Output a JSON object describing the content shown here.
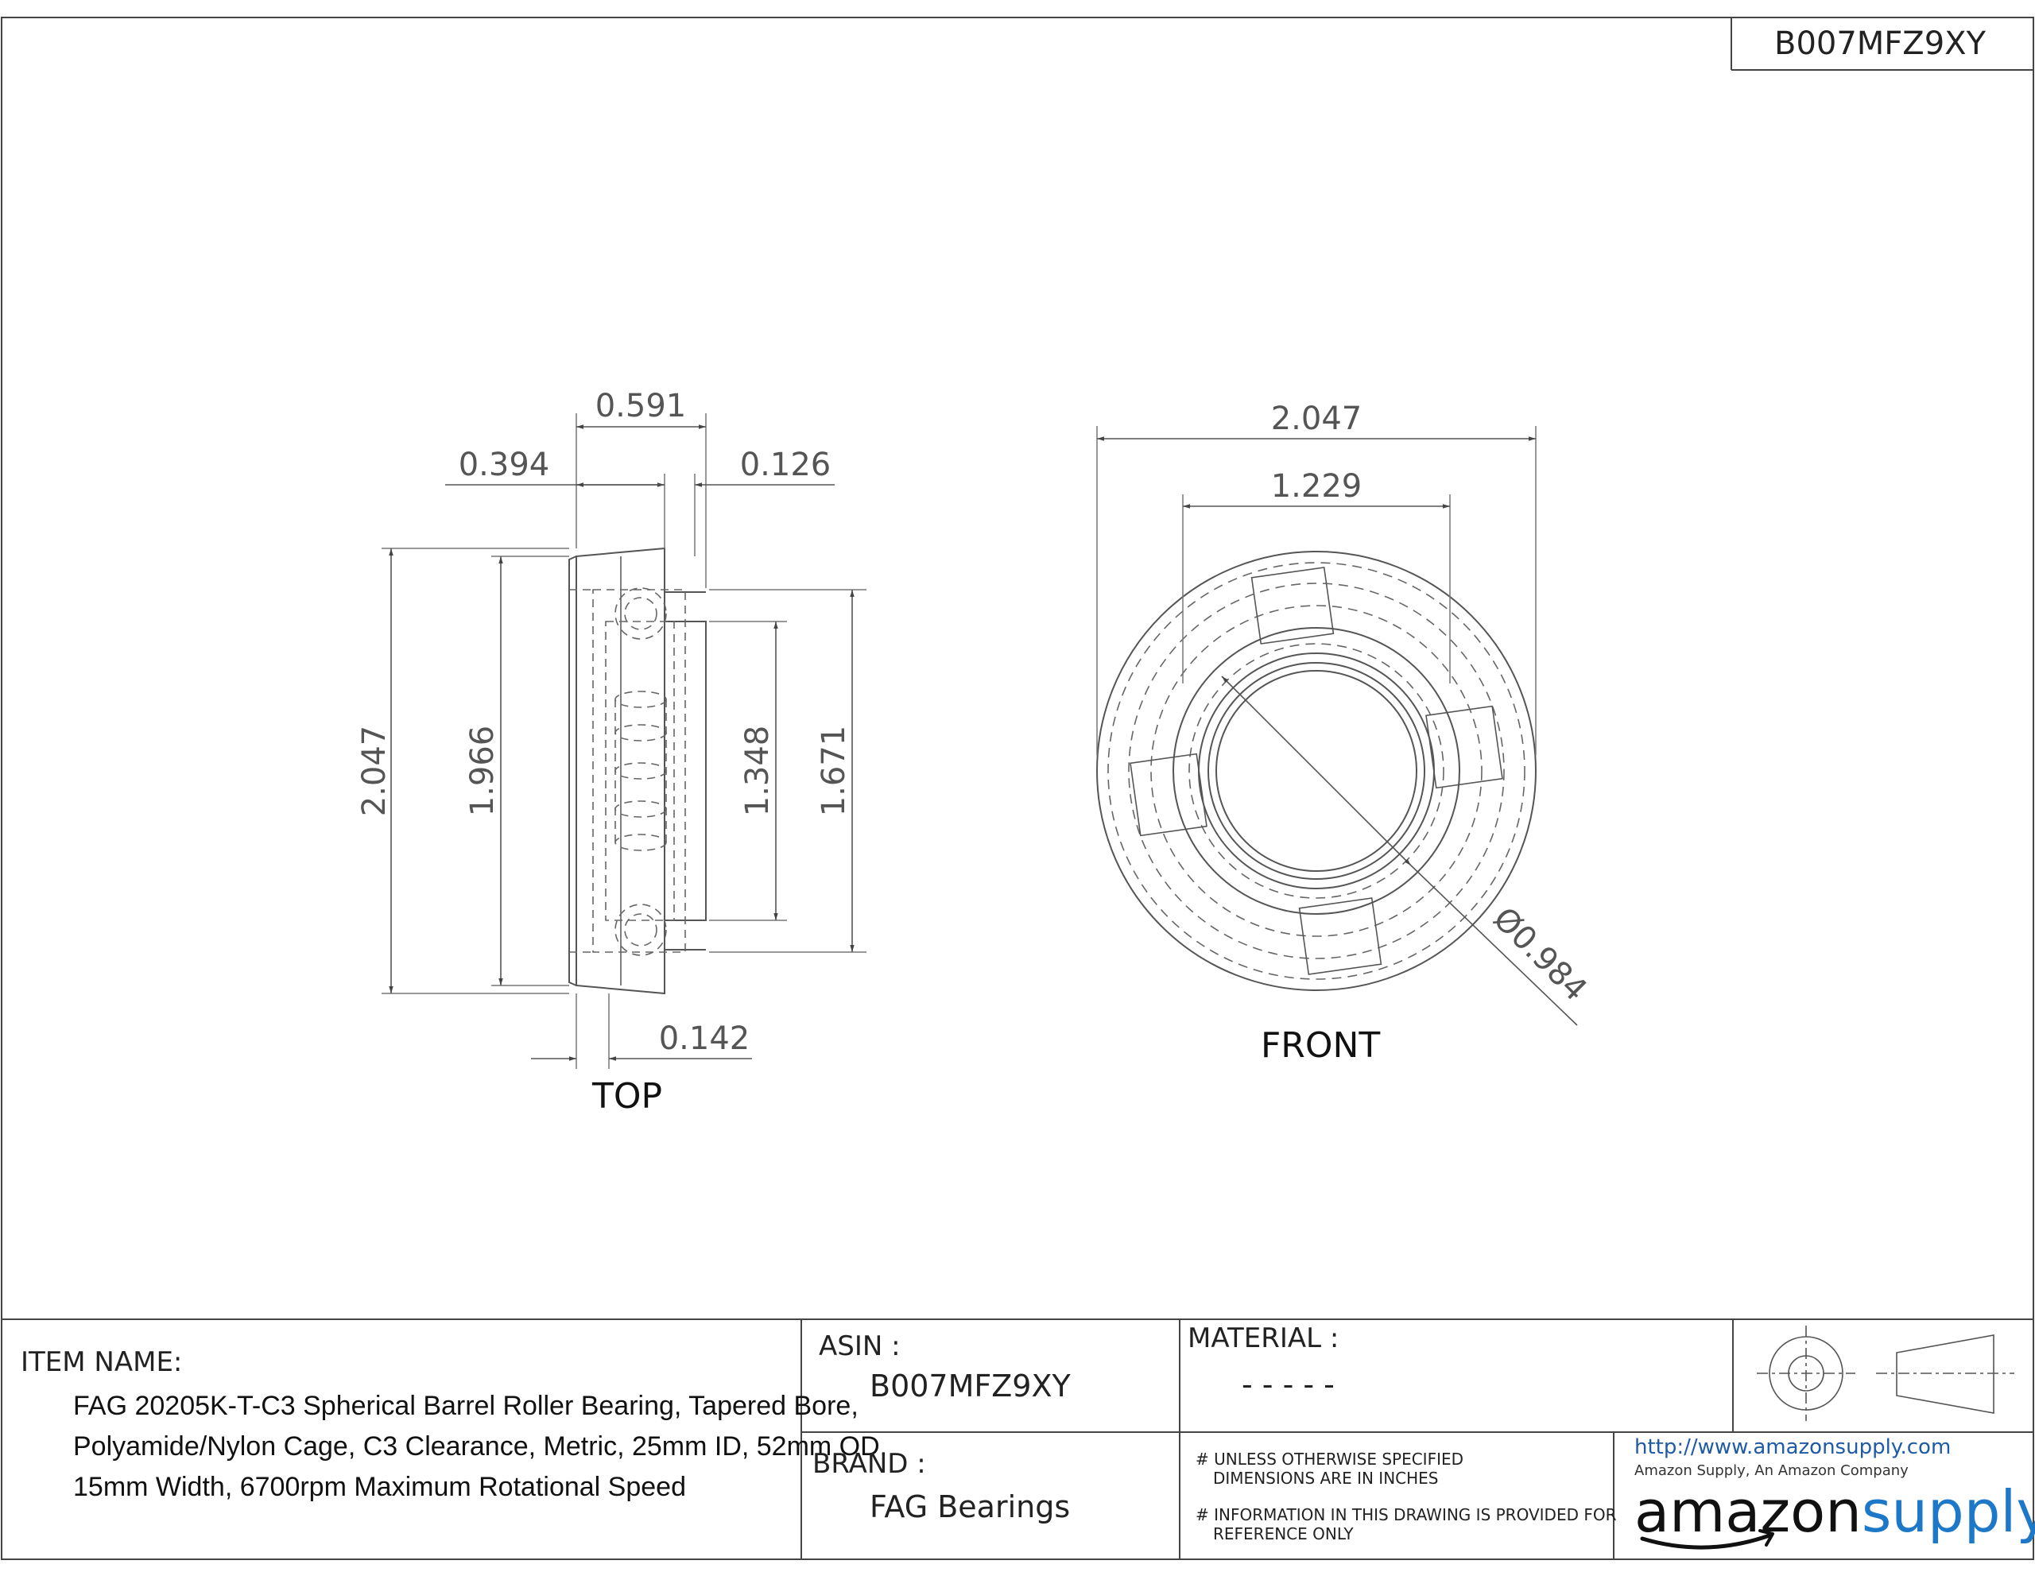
{
  "header": {
    "part_number": "B007MFZ9XY"
  },
  "top_view": {
    "caption": "TOP",
    "dims": {
      "overall_width": "0.591",
      "left_width": "0.394",
      "right_width": "0.126",
      "bottom_width": "0.142",
      "outer_diameter": "2.047",
      "outer_ring_height": "1.966",
      "inner_height": "1.348",
      "shoulder_height": "1.671"
    }
  },
  "front_view": {
    "caption": "FRONT",
    "dims": {
      "outer_diameter": "2.047",
      "pitch_diameter": "1.229",
      "bore_diameter": "Ø0.984"
    }
  },
  "title_block": {
    "item_name_label": "ITEM NAME:",
    "item_name_lines": [
      "FAG 20205K-T-C3 Spherical Barrel Roller Bearing, Tapered Bore,",
      "Polyamide/Nylon Cage, C3 Clearance, Metric, 25mm ID, 52mm OD,",
      "15mm Width, 6700rpm Maximum Rotational Speed"
    ],
    "asin_label": "ASIN :",
    "asin_value": "B007MFZ9XY",
    "material_label": "MATERIAL :",
    "material_value": "- - - - -",
    "brand_label": "BRAND :",
    "brand_value": "FAG Bearings",
    "note_1_line_1": "# UNLESS OTHERWISE SPECIFIED",
    "note_1_line_2": "DIMENSIONS ARE IN INCHES",
    "note_2_line_1": "# INFORMATION IN THIS DRAWING IS PROVIDED FOR",
    "note_2_line_2": "REFERENCE ONLY",
    "url": "http://www.amazonsupply.com",
    "company_tagline": "Amazon Supply, An Amazon Company",
    "logo_part_1": "amazon",
    "logo_part_2": "supply"
  },
  "colors": {
    "line": "#555555",
    "logo_blue": "#1e78c8",
    "link_blue": "#1f5aa6"
  }
}
